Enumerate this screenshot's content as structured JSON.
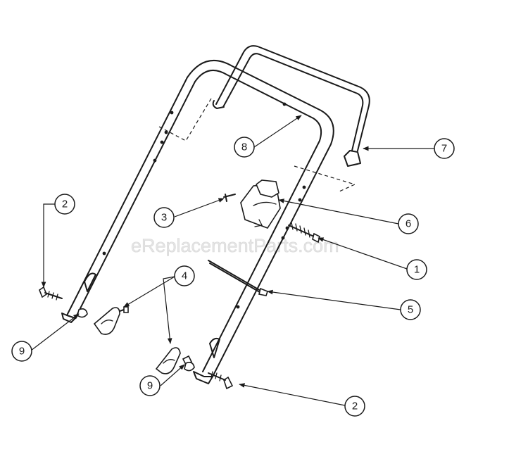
{
  "watermark": "eReplacementParts.com",
  "callouts": [
    {
      "id": "2-upper",
      "label": "2"
    },
    {
      "id": "3",
      "label": "3"
    },
    {
      "id": "4",
      "label": "4"
    },
    {
      "id": "9-left",
      "label": "9"
    },
    {
      "id": "9-lower",
      "label": "9"
    },
    {
      "id": "8",
      "label": "8"
    },
    {
      "id": "7",
      "label": "7"
    },
    {
      "id": "6",
      "label": "6"
    },
    {
      "id": "1",
      "label": "1"
    },
    {
      "id": "5",
      "label": "5"
    },
    {
      "id": "2-lower",
      "label": "2"
    }
  ]
}
